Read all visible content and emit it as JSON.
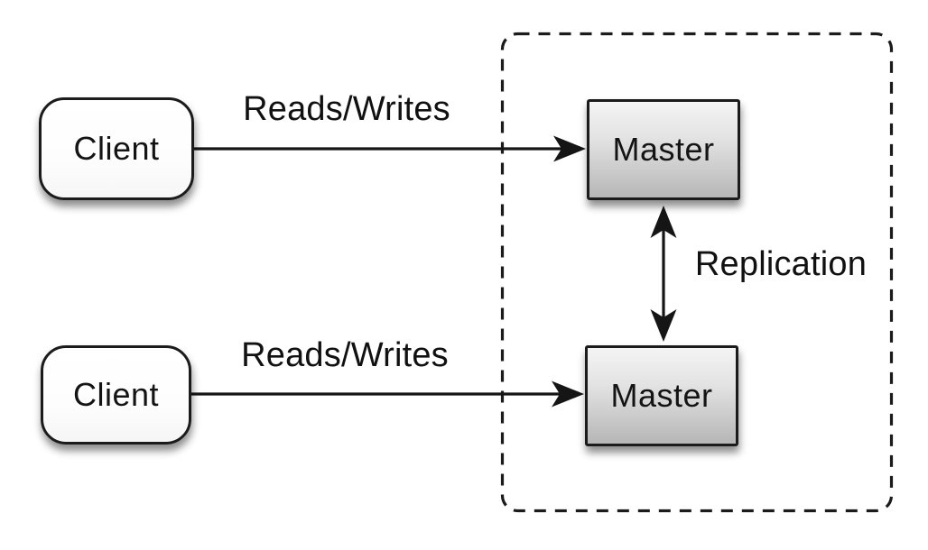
{
  "nodes": [
    {
      "id": "client-1",
      "label": "Client",
      "shape": "rounded-rectangle"
    },
    {
      "id": "client-2",
      "label": "Client",
      "shape": "rounded-rectangle"
    },
    {
      "id": "master-1",
      "label": "Master",
      "shape": "rectangle"
    },
    {
      "id": "master-2",
      "label": "Master",
      "shape": "rectangle"
    }
  ],
  "edges": [
    {
      "from": "client-1",
      "to": "master-1",
      "label": "Reads/Writes",
      "direction": "one-way"
    },
    {
      "from": "client-2",
      "to": "master-2",
      "label": "Reads/Writes",
      "direction": "one-way"
    },
    {
      "from": "master-1",
      "to": "master-2",
      "label": "Replication",
      "direction": "two-way"
    }
  ],
  "cluster": {
    "contains": [
      "master-1",
      "master-2"
    ],
    "border_style": "dashed-rounded-rectangle"
  },
  "colors": {
    "background": "#ffffff",
    "stroke": "#1b1b1b",
    "text": "#141414",
    "client_fill": "#ffffff",
    "master_gradient_top": "#f4f4f4",
    "master_gradient_bottom": "#b6b6b6"
  }
}
